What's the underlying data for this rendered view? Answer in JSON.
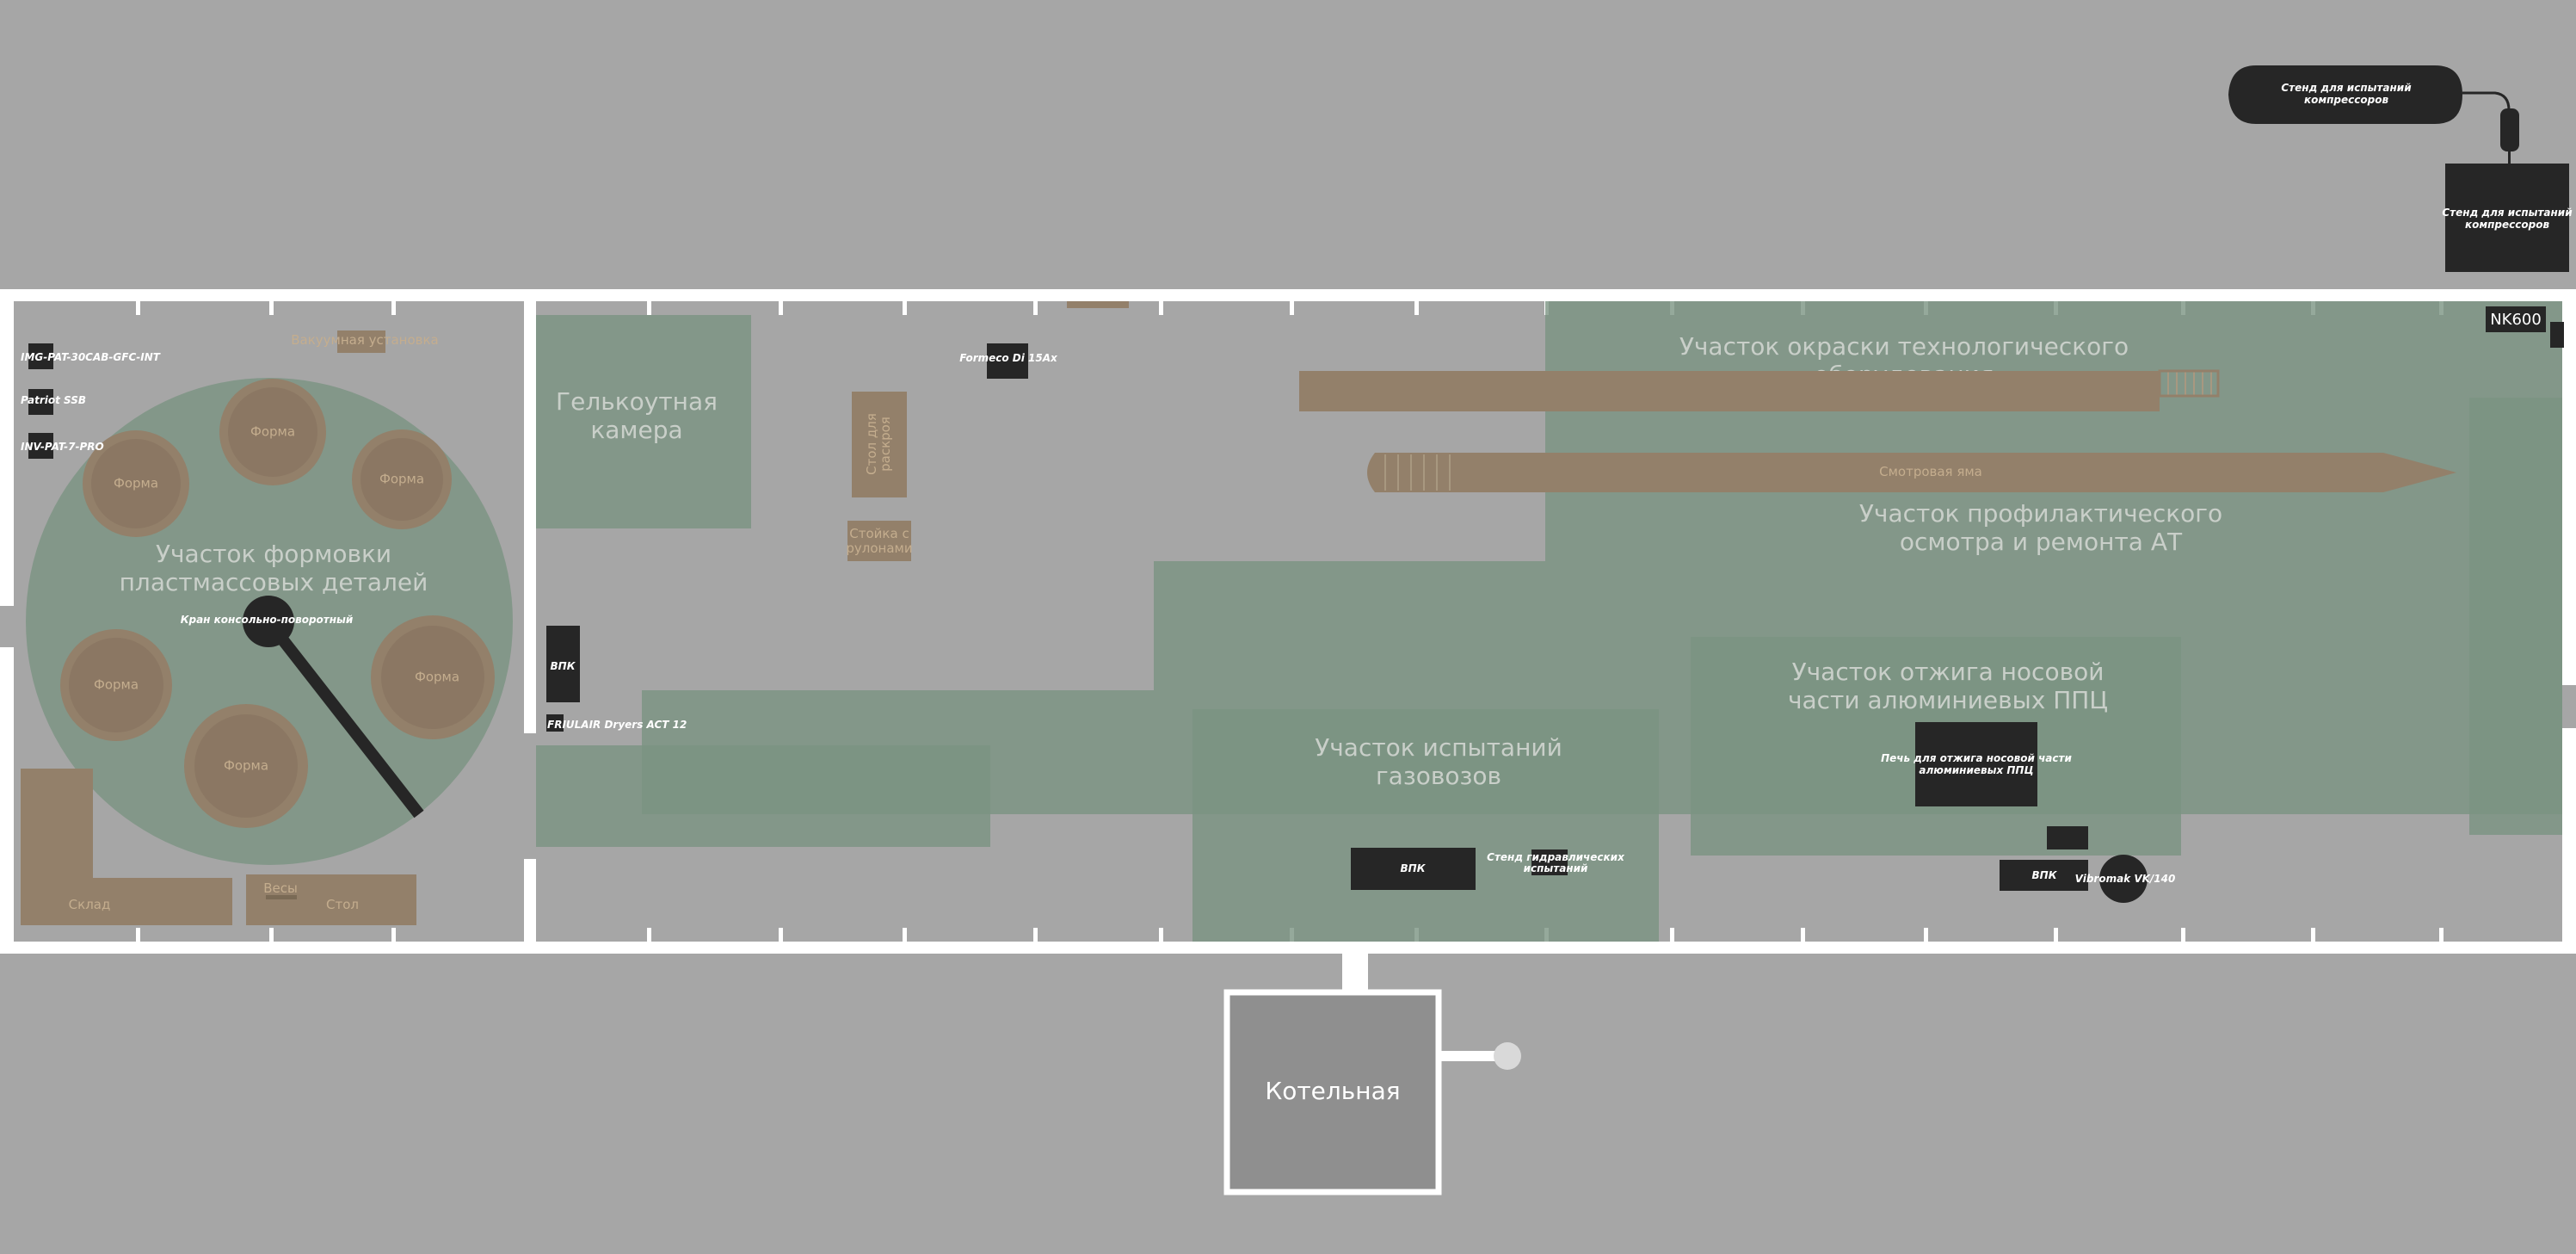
{
  "rooms": {
    "boiler": "Котельная",
    "gelcoat": "Гелькоутная камера",
    "molding": "Участок формовки пластмассовых деталей",
    "painting": "Участок окраски технологического оборудования",
    "inspection": "Участок профилактического осмотра и ремонта АТ",
    "annealing": "Участок отжига носовой части алюминиевых ППЦ",
    "gas_testing": "Участок испытаний газовозов"
  },
  "molds": [
    "Форма",
    "Форма",
    "Форма",
    "Форма",
    "Форма",
    "Форма"
  ],
  "objects": {
    "vacuum": "Вакуумная установка",
    "warehouse": "Склад",
    "scales": "Весы",
    "table": "Стол",
    "cutting_table": "Стол для раскроя",
    "roll_rack": "Стойка с рулонами",
    "pit": "Смотровая яма"
  },
  "equipment": {
    "img_pat": "IMG-PAT-30CAB-GFC-INT",
    "patriot": "Patriot SSB",
    "inv_pat": "INV-PAT-7-PRO",
    "crane": "Кран консольно-поворотный",
    "vpk_left": "ВПК",
    "friulair": "FRIULAIR Dryers ACT 12",
    "formeco": "Formeco Di 15Ax",
    "vpk_gas": "ВПК",
    "hydraulic_stand": "Стенд гидравлических испытаний",
    "furnace": "Печь для отжига носовой части алюминиевых ППЦ",
    "vpk_right": "ВПК",
    "vibromak": "Vibromak VK/140",
    "nk600": "NK600",
    "compressor_stand_1": "Стенд для испытаний компрессоров",
    "compressor_stand_2": "Стенд для испытаний компрессоров"
  },
  "colors": {
    "background": "#a6a6a6",
    "wall": "#ffffff",
    "zone": "#7a9382",
    "furniture": "#93806a",
    "equipment": "#262626"
  }
}
